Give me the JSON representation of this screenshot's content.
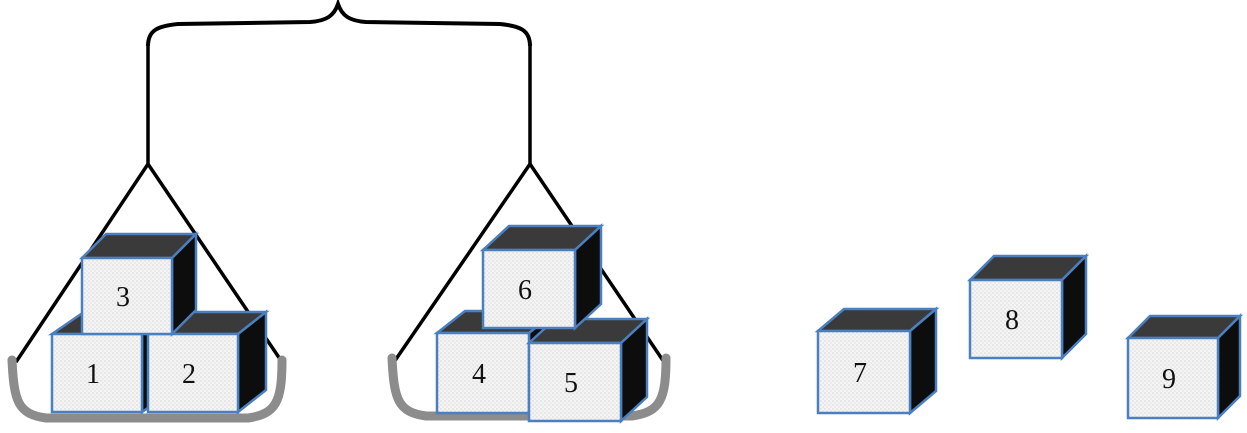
{
  "diagram": {
    "cubes": [
      {
        "id": "cube-1",
        "label": "1",
        "group": "left-pan"
      },
      {
        "id": "cube-2",
        "label": "2",
        "group": "left-pan"
      },
      {
        "id": "cube-3",
        "label": "3",
        "group": "left-pan"
      },
      {
        "id": "cube-4",
        "label": "4",
        "group": "right-pan"
      },
      {
        "id": "cube-5",
        "label": "5",
        "group": "right-pan"
      },
      {
        "id": "cube-6",
        "label": "6",
        "group": "right-pan"
      },
      {
        "id": "cube-7",
        "label": "7",
        "group": "outside"
      },
      {
        "id": "cube-8",
        "label": "8",
        "group": "outside"
      },
      {
        "id": "cube-9",
        "label": "9",
        "group": "outside"
      }
    ],
    "colors": {
      "cube_outline": "#4a7fc0",
      "cube_face": "#f2f2f2",
      "cube_top": "#3a3a3a",
      "cube_side": "#0d0d0d",
      "scale_line": "#000000",
      "pan": "#8c8c8c"
    }
  }
}
